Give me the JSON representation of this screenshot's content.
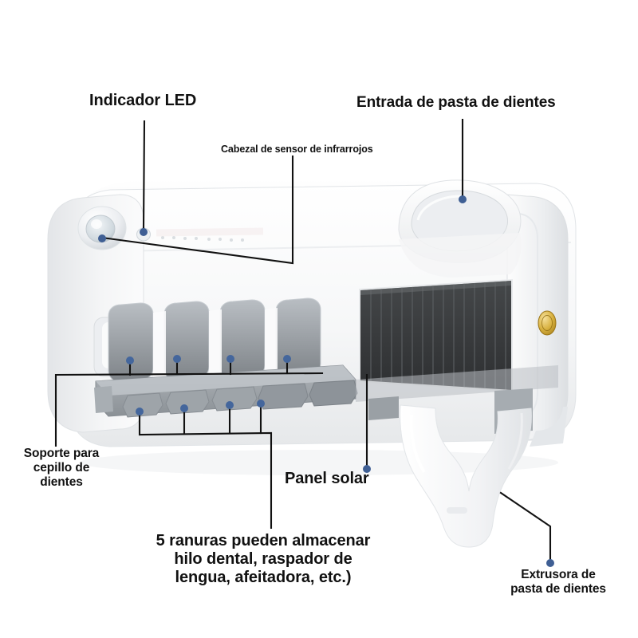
{
  "figure": {
    "kind": "product-annotated-photo",
    "subject": "Esterilizador UV de cepillos de dientes con dispensador de pasta",
    "background_color": "#ffffff",
    "leader_line_color": "#111111",
    "marker_color": "#4a6fa5",
    "text_color": "#111111"
  },
  "callouts": {
    "led_indicator": "Indicador LED",
    "ir_sensor": "Cabezal de sensor de infrarrojos",
    "toothpaste_inlet": "Entrada de pasta de dientes",
    "brush_holder": "Soporte para\ncepillo de\ndientes",
    "solar_panel": "Panel solar",
    "five_slots": "5 ranuras pueden almacenar\nhilo dental, raspador de\nlengua, afeitadora, etc.)",
    "toothpaste_extruder": "Extrusora de\npasta de dientes"
  },
  "product_parts": {
    "body_color": "#f7f8f9",
    "body_shadow_color": "#d9dcdf",
    "solar_panel_color": "#3a3c3e",
    "solar_cell_line_color": "#55585b",
    "slot_color": "#8f9499",
    "tray_color": "#9aa0a5",
    "badge_color": "#d4af37",
    "sensor_dome_color": "#eef0f2",
    "led_dot_count": 8
  }
}
